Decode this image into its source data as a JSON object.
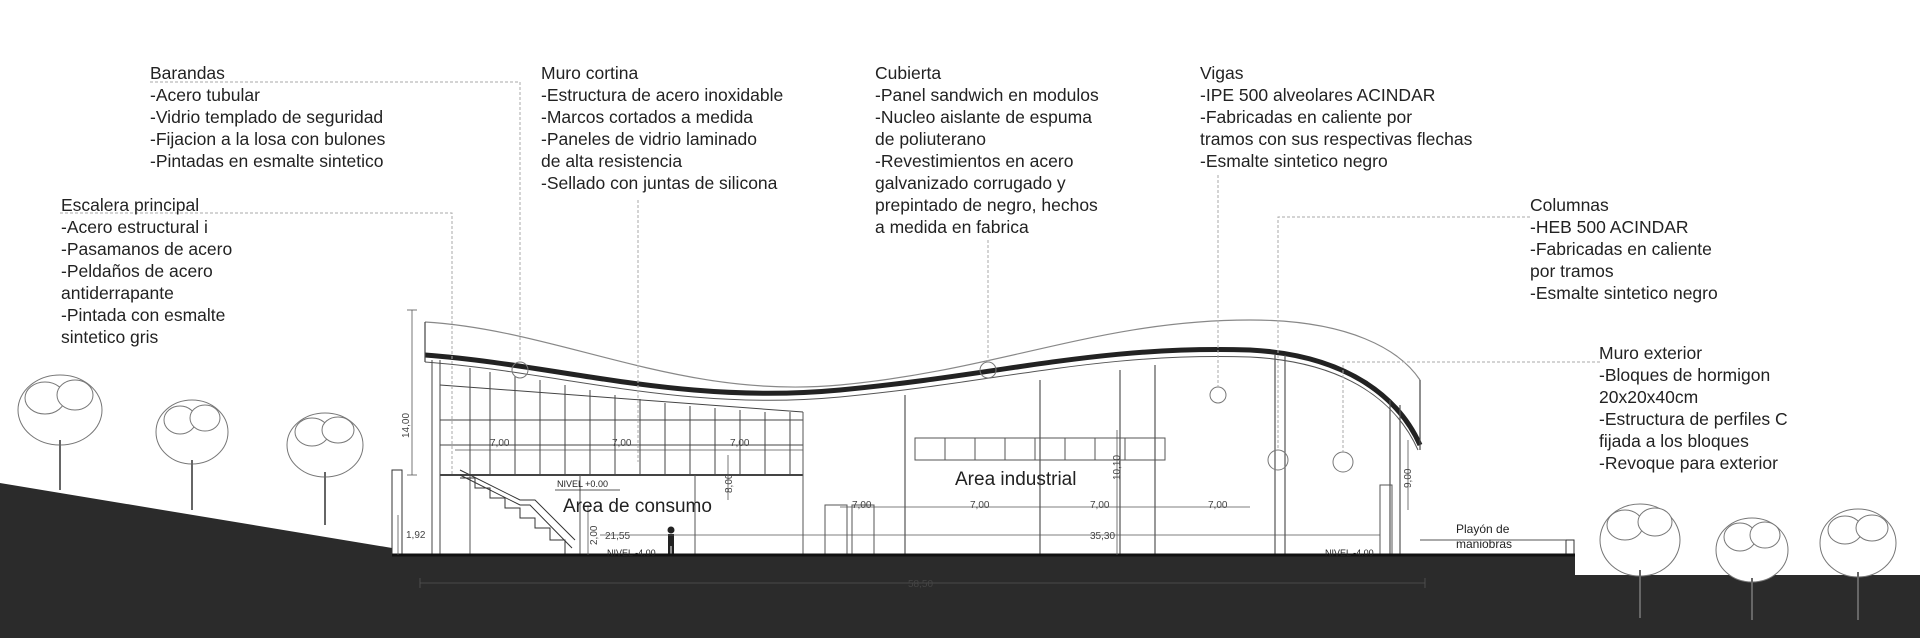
{
  "annotations": {
    "barandas": {
      "title": "Barandas",
      "lines": [
        "-Acero tubular",
        "-Vidrio templado de seguridad",
        "-Fijacion a la losa con bulones",
        "-Pintadas en esmalte sintetico"
      ]
    },
    "muro_cortina": {
      "title": "Muro cortina",
      "lines": [
        "-Estructura de acero inoxidable",
        "-Marcos cortados a medida",
        "-Paneles de vidrio laminado",
        "de alta resistencia",
        "-Sellado con juntas de silicona"
      ]
    },
    "cubierta": {
      "title": "Cubierta",
      "lines": [
        "-Panel sandwich en modulos",
        "-Nucleo aislante de espuma",
        "de poliuterano",
        "-Revestimientos en acero",
        "galvanizado corrugado y",
        "prepintado de negro, hechos",
        "a medida en fabrica"
      ]
    },
    "vigas": {
      "title": "Vigas",
      "lines": [
        "-IPE 500 alveolares ACINDAR",
        "-Fabricadas en caliente por",
        "tramos con sus  respectivas flechas",
        "-Esmalte sintetico negro"
      ]
    },
    "escalera": {
      "title": "Escalera principal",
      "lines": [
        "-Acero estructural i",
        "-Pasamanos de acero",
        "-Peldaños de acero",
        "antiderrapante",
        "-Pintada con esmalte",
        "sintetico gris"
      ]
    },
    "columnas": {
      "title": "Columnas",
      "lines": [
        "-HEB 500 ACINDAR",
        "-Fabricadas en caliente",
        "por tramos",
        "-Esmalte sintetico negro"
      ]
    },
    "muro_exterior": {
      "title": "Muro exterior",
      "lines": [
        "-Bloques de hormigon",
        "20x20x40cm",
        "-Estructura de perfiles C",
        "fijada a los bloques",
        "-Revoque para exterior"
      ]
    }
  },
  "areas": {
    "consumo": "Area de consumo",
    "industrial": "Area industrial",
    "playon_1": "Playón de",
    "playon_2": "maniobras"
  },
  "levels": {
    "nivel_0": "NIVEL +0.00",
    "nivel_4_left": "NIVEL -4.00",
    "nivel_4_right": "NIVEL -4.00"
  },
  "dimensions": {
    "h_14": "14,00",
    "h_1_92": "1,92",
    "h_8": "8,00",
    "h_2": "2,00",
    "h_10_10": "10,10",
    "h_9": "9,00",
    "span_7a": "7,00",
    "span_7b": "7,00",
    "span_7c": "7,00",
    "span_7d": "7,00",
    "span_7e": "7,00",
    "span_7f": "7,00",
    "span_7g": "7,00",
    "d_21_55": "21,55",
    "d_35_30": "35,30",
    "total": "58,50"
  },
  "colors": {
    "ground": "#2b2b2b",
    "line": "#333333",
    "light_line": "#888888",
    "leader": "#aaaaaa"
  }
}
